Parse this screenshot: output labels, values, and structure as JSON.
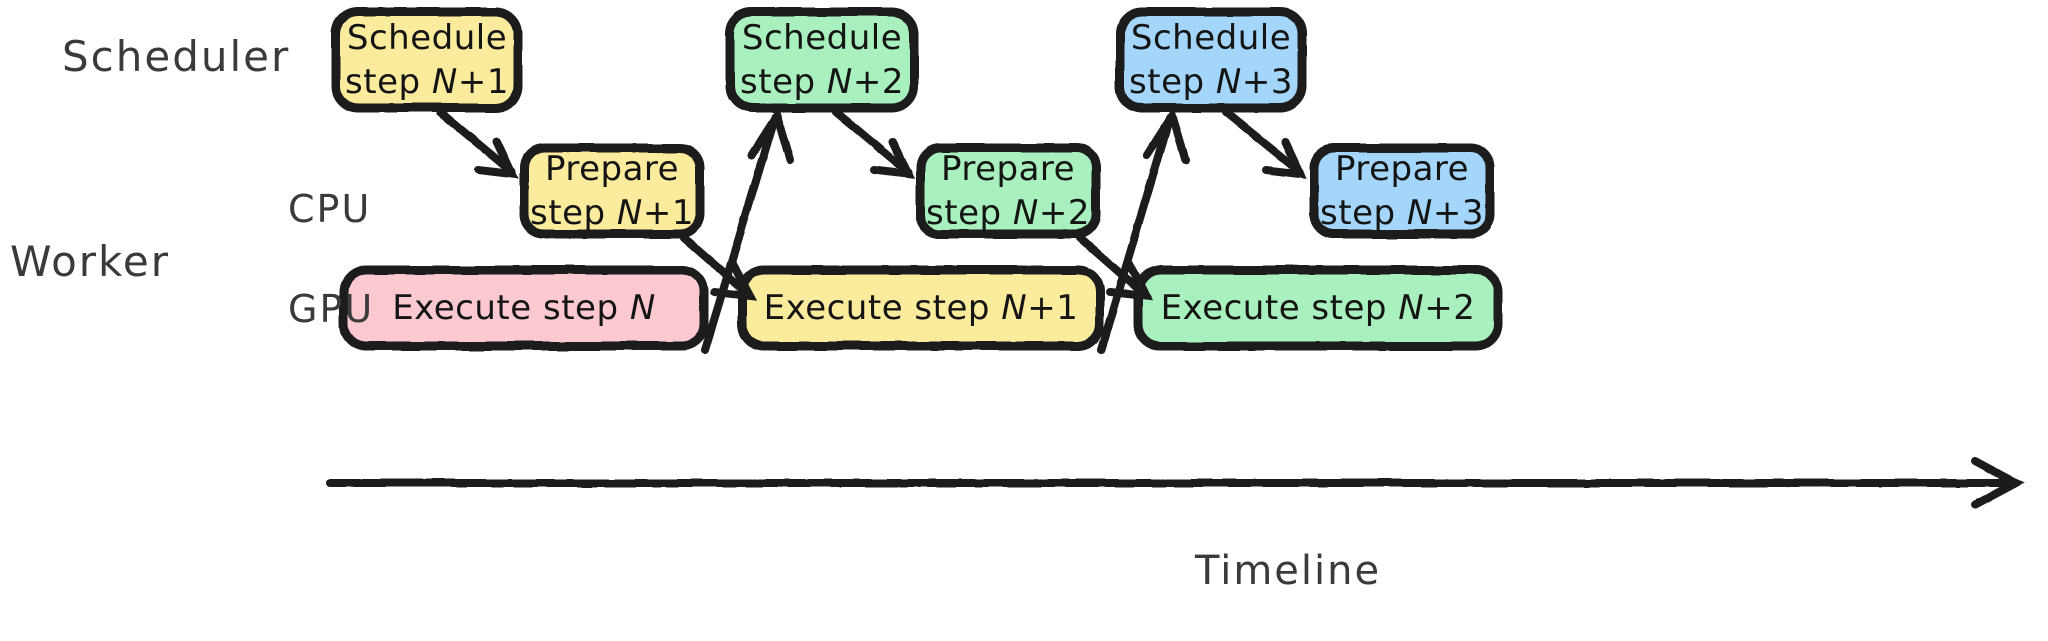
{
  "diagram": {
    "title_present": false,
    "axis": {
      "label": "Timeline",
      "direction": "left-to-right"
    },
    "lane_groups": [
      {
        "name": "Scheduler",
        "label": "Scheduler"
      },
      {
        "name": "Worker",
        "label": "Worker"
      }
    ],
    "lanes": [
      {
        "id": "scheduler",
        "label": ""
      },
      {
        "id": "cpu",
        "label": "CPU"
      },
      {
        "id": "gpu",
        "label": "GPU"
      }
    ],
    "colors": {
      "pink_fill": "#fbc9cf",
      "yellow_fill": "#fbeb9d",
      "green_fill": "#a8f0bd",
      "blue_fill": "#a4d6fb",
      "stroke": "#1a1a1a",
      "text": "#141414",
      "muted_text": "#3a3a3a",
      "background": "#ffffff"
    },
    "boxes": [
      {
        "id": "sched-n1",
        "lane": "scheduler",
        "line1": "Schedule",
        "line2_pre": "step ",
        "line2_step": "N",
        "line2_post": "+1",
        "color": "yellow_fill"
      },
      {
        "id": "sched-n2",
        "lane": "scheduler",
        "line1": "Schedule",
        "line2_pre": "step ",
        "line2_step": "N",
        "line2_post": "+2",
        "color": "green_fill"
      },
      {
        "id": "sched-n3",
        "lane": "scheduler",
        "line1": "Schedule",
        "line2_pre": "step ",
        "line2_step": "N",
        "line2_post": "+3",
        "color": "blue_fill"
      },
      {
        "id": "prep-n1",
        "lane": "cpu",
        "line1": "Prepare",
        "line2_pre": "step ",
        "line2_step": "N",
        "line2_post": "+1",
        "color": "yellow_fill"
      },
      {
        "id": "prep-n2",
        "lane": "cpu",
        "line1": "Prepare",
        "line2_pre": "step ",
        "line2_step": "N",
        "line2_post": "+2",
        "color": "green_fill"
      },
      {
        "id": "prep-n3",
        "lane": "cpu",
        "line1": "Prepare",
        "line2_pre": "step ",
        "line2_step": "N",
        "line2_post": "+3",
        "color": "blue_fill"
      },
      {
        "id": "exec-n",
        "lane": "gpu",
        "pre": "Execute step ",
        "step": "N",
        "post": "",
        "color": "pink_fill"
      },
      {
        "id": "exec-n1",
        "lane": "gpu",
        "pre": "Execute step ",
        "step": "N",
        "post": "+1",
        "color": "yellow_fill"
      },
      {
        "id": "exec-n2",
        "lane": "gpu",
        "pre": "Execute step ",
        "step": "N",
        "post": "+2",
        "color": "green_fill"
      }
    ],
    "arrows": [
      {
        "from": "sched-n1",
        "to": "prep-n1",
        "kind": "schedule-to-prepare"
      },
      {
        "from": "sched-n2",
        "to": "prep-n2",
        "kind": "schedule-to-prepare"
      },
      {
        "from": "sched-n3",
        "to": "prep-n3",
        "kind": "schedule-to-prepare"
      },
      {
        "from": "prep-n1",
        "to": "exec-n1",
        "kind": "prepare-to-execute"
      },
      {
        "from": "prep-n2",
        "to": "exec-n2",
        "kind": "prepare-to-execute"
      },
      {
        "from": "exec-n",
        "to": "sched-n2",
        "kind": "execute-done-to-schedule"
      },
      {
        "from": "exec-n1",
        "to": "sched-n3",
        "kind": "execute-done-to-schedule"
      }
    ]
  }
}
